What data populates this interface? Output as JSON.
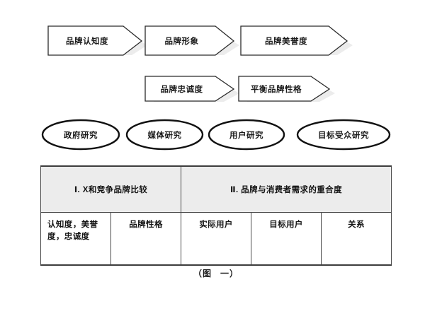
{
  "figure": {
    "caption_open": "（图",
    "caption_text": "一）"
  },
  "flow": {
    "row1": [
      {
        "label": "品牌认知度",
        "name": "arrow-brand-awareness"
      },
      {
        "label": "品牌形象",
        "name": "arrow-brand-image"
      },
      {
        "label": "品牌美誉度",
        "name": "arrow-brand-reputation"
      }
    ],
    "row2": [
      {
        "label": "品牌忠诚度",
        "name": "arrow-brand-loyalty"
      },
      {
        "label": "平衡品牌性格",
        "name": "arrow-balanced-brand-personality"
      }
    ]
  },
  "research_nodes": [
    {
      "label": "政府研究"
    },
    {
      "label": "媒体研究"
    },
    {
      "label": "用户研究"
    },
    {
      "label": "目标受众研究"
    }
  ],
  "table": {
    "headers": [
      "Ⅰ. X和竞争品牌比较",
      "Ⅱ. 品牌与消费者需求的重合度"
    ],
    "cells": [
      "认知度，美誉度，忠诚度",
      "品牌性格",
      "实际用户",
      "目标用户",
      "关系"
    ]
  },
  "colors": {
    "header_fill": "#ececec",
    "border": "#4a4a4a",
    "shape_stroke": "#2b2b2b",
    "shadow": "#e3e3e3",
    "text": "#151515",
    "background": "#ffffff"
  }
}
